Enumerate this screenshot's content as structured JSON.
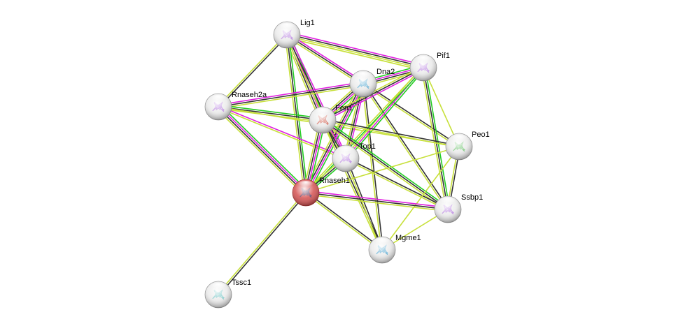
{
  "network": {
    "query_protein": "Rnaseh1",
    "edge_colors": {
      "textmining": "#c7e03a",
      "coexpression": "#333333",
      "experiments": "#e020e0",
      "databases": "#22cc22",
      "homology": "#9a9aff"
    },
    "nodes": [
      {
        "id": "Lig1",
        "label": "Lig1",
        "query": false,
        "fill": "#eaeaea",
        "structure": "#b070e0"
      },
      {
        "id": "Pif1",
        "label": "Pif1",
        "query": false,
        "fill": "#eaeaea",
        "structure": "#b070e0"
      },
      {
        "id": "Dna2",
        "label": "Dna2",
        "query": false,
        "fill": "#eaeaea",
        "structure": "#40a0d0"
      },
      {
        "id": "Rnaseh2a",
        "label": "Rnaseh2a",
        "query": false,
        "fill": "#eaeaea",
        "structure": "#b070e0"
      },
      {
        "id": "Fen1",
        "label": "Fen1",
        "query": false,
        "fill": "#eaeaea",
        "structure": "#d05040"
      },
      {
        "id": "Peo1",
        "label": "Peo1",
        "query": false,
        "fill": "#eaeaea",
        "structure": "#60c060"
      },
      {
        "id": "Top1",
        "label": "Top1",
        "query": false,
        "fill": "#eaeaea",
        "structure": "#b070e0"
      },
      {
        "id": "Rnaseh1",
        "label": "Rnaseh1",
        "query": true,
        "fill": "#d45050",
        "structure": "#404070"
      },
      {
        "id": "Ssbp1",
        "label": "Ssbp1",
        "query": false,
        "fill": "#eaeaea",
        "structure": "#b070e0"
      },
      {
        "id": "Mgme1",
        "label": "Mgme1",
        "query": false,
        "fill": "#eaeaea",
        "structure": "#40a0d0"
      },
      {
        "id": "Tssc1",
        "label": "Tssc1",
        "query": false,
        "fill": "#eaeaea",
        "structure": "#60c0c0"
      }
    ],
    "edges": [
      {
        "a": "Lig1",
        "b": "Rnaseh2a",
        "types": [
          "coexpression",
          "textmining"
        ]
      },
      {
        "a": "Lig1",
        "b": "Pif1",
        "types": [
          "experiments",
          "coexpression",
          "textmining",
          "textmining"
        ]
      },
      {
        "a": "Lig1",
        "b": "Dna2",
        "types": [
          "experiments",
          "coexpression",
          "textmining"
        ]
      },
      {
        "a": "Lig1",
        "b": "Fen1",
        "types": [
          "databases",
          "experiments",
          "coexpression",
          "textmining"
        ]
      },
      {
        "a": "Lig1",
        "b": "Top1",
        "types": [
          "experiments",
          "coexpression",
          "textmining"
        ]
      },
      {
        "a": "Lig1",
        "b": "Rnaseh1",
        "types": [
          "databases",
          "coexpression",
          "textmining"
        ]
      },
      {
        "a": "Rnaseh2a",
        "b": "Dna2",
        "types": [
          "experiments",
          "coexpression",
          "textmining"
        ]
      },
      {
        "a": "Rnaseh2a",
        "b": "Fen1",
        "types": [
          "databases",
          "coexpression",
          "textmining"
        ]
      },
      {
        "a": "Rnaseh2a",
        "b": "Rnaseh1",
        "types": [
          "databases",
          "experiments",
          "coexpression",
          "textmining"
        ]
      },
      {
        "a": "Rnaseh2a",
        "b": "Top1",
        "types": [
          "experiments",
          "textmining"
        ]
      },
      {
        "a": "Rnaseh2a",
        "b": "Peo1",
        "types": [
          "textmining"
        ]
      },
      {
        "a": "Dna2",
        "b": "Pif1",
        "types": [
          "databases",
          "experiments",
          "coexpression",
          "textmining"
        ]
      },
      {
        "a": "Dna2",
        "b": "Fen1",
        "types": [
          "databases",
          "experiments",
          "coexpression",
          "textmining"
        ]
      },
      {
        "a": "Dna2",
        "b": "Top1",
        "types": [
          "experiments",
          "coexpression",
          "textmining"
        ]
      },
      {
        "a": "Dna2",
        "b": "Rnaseh1",
        "types": [
          "databases",
          "experiments",
          "coexpression",
          "textmining"
        ]
      },
      {
        "a": "Dna2",
        "b": "Ssbp1",
        "types": [
          "coexpression",
          "textmining"
        ]
      },
      {
        "a": "Dna2",
        "b": "Mgme1",
        "types": [
          "coexpression",
          "textmining"
        ]
      },
      {
        "a": "Dna2",
        "b": "Peo1",
        "types": [
          "coexpression",
          "textmining"
        ]
      },
      {
        "a": "Pif1",
        "b": "Fen1",
        "types": [
          "experiments",
          "coexpression",
          "textmining"
        ]
      },
      {
        "a": "Pif1",
        "b": "Top1",
        "types": [
          "databases",
          "experiments",
          "textmining"
        ]
      },
      {
        "a": "Pif1",
        "b": "Ssbp1",
        "types": [
          "databases",
          "coexpression",
          "textmining"
        ]
      },
      {
        "a": "Pif1",
        "b": "Peo1",
        "types": [
          "textmining"
        ]
      },
      {
        "a": "Pif1",
        "b": "Rnaseh1",
        "types": [
          "databases",
          "textmining"
        ]
      },
      {
        "a": "Fen1",
        "b": "Top1",
        "types": [
          "experiments",
          "coexpression",
          "textmining"
        ]
      },
      {
        "a": "Fen1",
        "b": "Rnaseh1",
        "types": [
          "databases",
          "experiments",
          "coexpression",
          "textmining"
        ]
      },
      {
        "a": "Fen1",
        "b": "Peo1",
        "types": [
          "coexpression",
          "textmining"
        ]
      },
      {
        "a": "Fen1",
        "b": "Ssbp1",
        "types": [
          "databases",
          "coexpression",
          "textmining"
        ]
      },
      {
        "a": "Fen1",
        "b": "Mgme1",
        "types": [
          "coexpression",
          "textmining"
        ]
      },
      {
        "a": "Top1",
        "b": "Rnaseh1",
        "types": [
          "databases",
          "coexpression",
          "textmining"
        ]
      },
      {
        "a": "Top1",
        "b": "Mgme1",
        "types": [
          "coexpression",
          "textmining"
        ]
      },
      {
        "a": "Top1",
        "b": "Ssbp1",
        "types": [
          "coexpression",
          "textmining"
        ]
      },
      {
        "a": "Peo1",
        "b": "Ssbp1",
        "types": [
          "coexpression",
          "textmining"
        ]
      },
      {
        "a": "Peo1",
        "b": "Mgme1",
        "types": [
          "textmining"
        ]
      },
      {
        "a": "Peo1",
        "b": "Rnaseh1",
        "types": [
          "textmining"
        ]
      },
      {
        "a": "Rnaseh1",
        "b": "Ssbp1",
        "types": [
          "experiments",
          "coexpression",
          "textmining"
        ]
      },
      {
        "a": "Rnaseh1",
        "b": "Mgme1",
        "types": [
          "coexpression",
          "textmining"
        ]
      },
      {
        "a": "Rnaseh1",
        "b": "Tssc1",
        "types": [
          "coexpression",
          "textmining"
        ]
      },
      {
        "a": "Ssbp1",
        "b": "Mgme1",
        "types": [
          "textmining"
        ]
      }
    ]
  }
}
